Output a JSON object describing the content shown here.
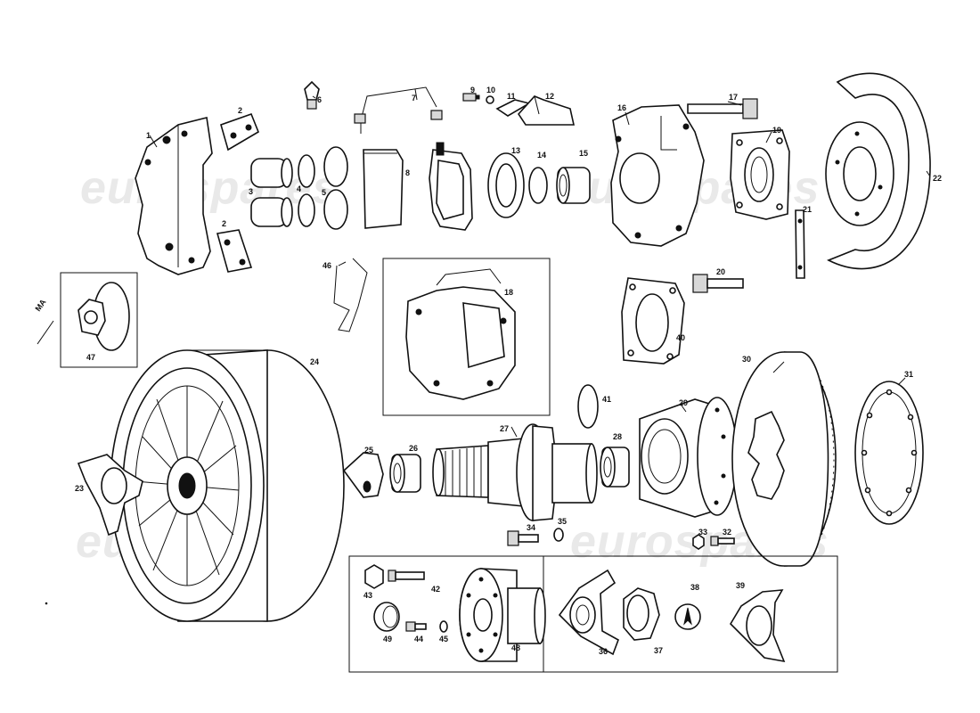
{
  "watermark": "eurospares",
  "brand_color": "#111111",
  "inset_note": "MA",
  "labels": {
    "p1": "1",
    "p2a": "2",
    "p2b": "2",
    "p3": "3",
    "p4": "4",
    "p5": "5",
    "p6": "6",
    "p7": "7",
    "p8": "8",
    "p9": "9",
    "p10": "10",
    "p11": "11",
    "p12": "12",
    "p13": "13",
    "p14": "14",
    "p15": "15",
    "p16": "16",
    "p17": "17",
    "p18": "18",
    "p19": "19",
    "p20": "20",
    "p21": "21",
    "p22": "22",
    "p23": "23",
    "p24": "24",
    "p25": "25",
    "p26": "26",
    "p27": "27",
    "p28": "28",
    "p29": "29",
    "p30": "30",
    "p31": "31",
    "p32": "32",
    "p33": "33",
    "p34": "34",
    "p35": "35",
    "p36": "36",
    "p37": "37",
    "p38": "38",
    "p39": "39",
    "p40": "40",
    "p41": "41",
    "p42": "42",
    "p43": "43",
    "p44": "44",
    "p45": "45",
    "p46": "46",
    "p47": "47",
    "p48": "48",
    "p49": "49"
  }
}
